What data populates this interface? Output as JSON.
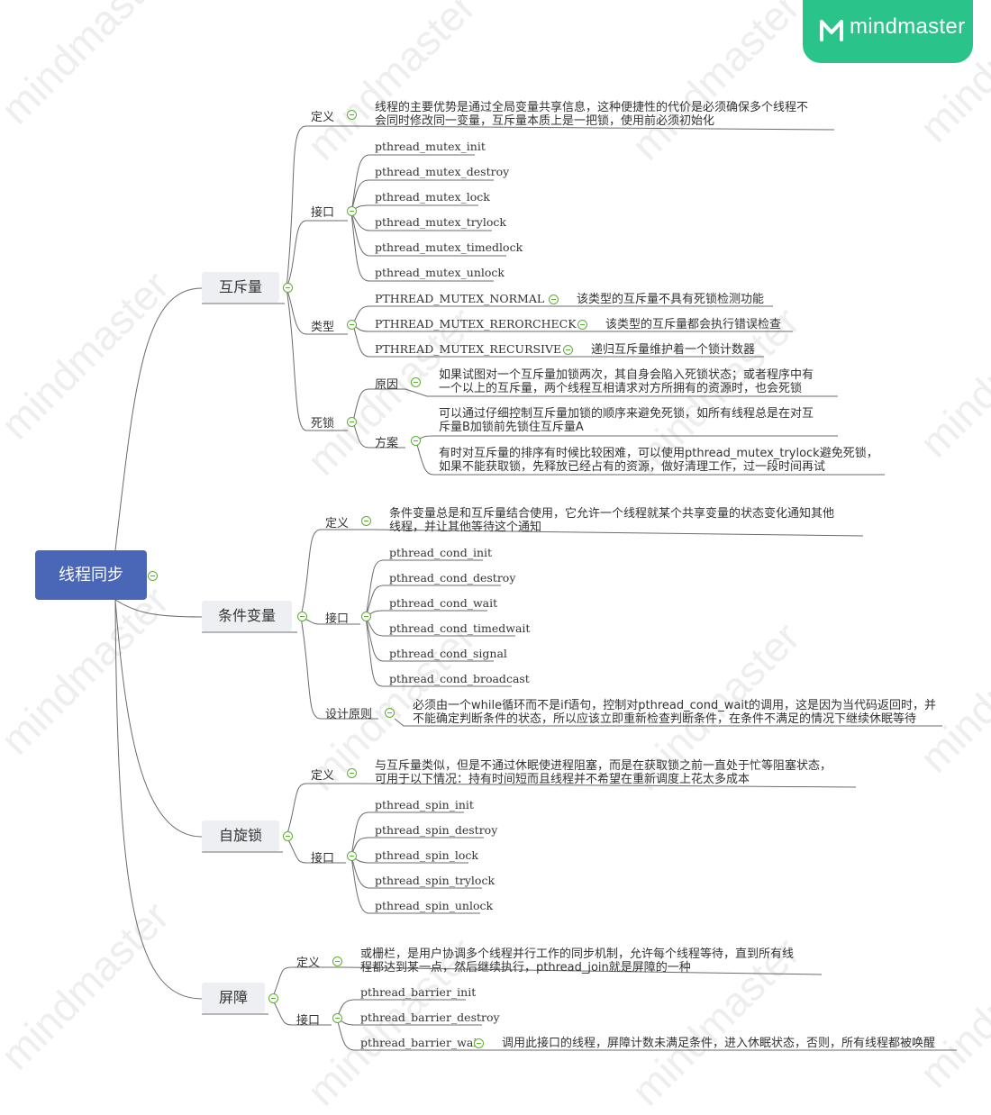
{
  "brand": {
    "name": "mindmaster",
    "icon": "mindmaster-logo-icon"
  },
  "watermark": {
    "text": "mindmaster"
  },
  "root": {
    "label": "线程同步"
  },
  "mutex": {
    "label": "互斥量",
    "def_label": "定义",
    "def_text": [
      "线程的主要优势是通过全局变量共享信息，这种便捷性的代价是必须确保多个线程不",
      "会同时修改同一变量，互斥量本质上是一把锁，使用前必须初始化"
    ],
    "api_label": "接口",
    "apis": [
      "pthread_mutex_init",
      "pthread_mutex_destroy",
      "pthread_mutex_lock",
      "pthread_mutex_trylock",
      "pthread_mutex_timedlock",
      "pthread_mutex_unlock"
    ],
    "type_label": "类型",
    "types": [
      {
        "name": "PTHREAD_MUTEX_NORMAL",
        "desc": "该类型的互斥量不具有死锁检测功能"
      },
      {
        "name": "PTHREAD_MUTEX_RERORCHECK",
        "desc": "该类型的互斥量都会执行错误检查"
      },
      {
        "name": "PTHREAD_MUTEX_RECURSIVE",
        "desc": "递归互斥量维护着一个锁计数器"
      }
    ],
    "deadlock_label": "死锁",
    "cause_label": "原因",
    "cause_text": [
      "如果试图对一个互斥量加锁两次，其自身会陷入死锁状态；或者程序中有",
      "一个以上的互斥量，两个线程互相请求对方所拥有的资源时，也会死锁"
    ],
    "plan_label": "方案",
    "plan1_text": [
      "可以通过仔细控制互斥量加锁的顺序来避免死锁，如所有线程总是在对互",
      "斥量B加锁前先锁住互斥量A"
    ],
    "plan2_text": [
      "有时对互斥量的排序有时候比较困难，可以使用pthread_mutex_trylock避免死锁，",
      "如果不能获取锁，先释放已经占有的资源，做好清理工作，过一段时间再试"
    ]
  },
  "cond": {
    "label": "条件变量",
    "def_label": "定义",
    "def_text": [
      "条件变量总是和互斥量结合使用，它允许一个线程就某个共享变量的状态变化通知其他",
      "线程，并让其他等待这个通知"
    ],
    "api_label": "接口",
    "apis": [
      "pthread_cond_init",
      "pthread_cond_destroy",
      "pthread_cond_wait",
      "pthread_cond_timedwait",
      "pthread_cond_signal",
      "pthread_cond_broadcast"
    ],
    "design_label": "设计原则",
    "design_text": [
      "必须由一个while循环而不是if语句，控制对pthread_cond_wait的调用，这是因为当代码返回时，并",
      "不能确定判断条件的状态，所以应该立即重新检查判断条件，在条件不满足的情况下继续休眠等待"
    ]
  },
  "spin": {
    "label": "自旋锁",
    "def_label": "定义",
    "def_text": [
      "与互斥量类似，但是不通过休眠使进程阻塞，而是在获取锁之前一直处于忙等阻塞状态，",
      "可用于以下情况：持有时间短而且线程并不希望在重新调度上花太多成本"
    ],
    "api_label": "接口",
    "apis": [
      "pthread_spin_init",
      "pthread_spin_destroy",
      "pthread_spin_lock",
      "pthread_spin_trylock",
      "pthread_spin_unlock"
    ]
  },
  "barrier": {
    "label": "屏障",
    "def_label": "定义",
    "def_text": [
      "或栅栏，是用户协调多个线程并行工作的同步机制，允许每个线程等待，直到所有线",
      "程都达到某一点，然后继续执行，pthread_join就是屏障的一种"
    ],
    "api_label": "接口",
    "apis": [
      "pthread_barrier_init",
      "pthread_barrier_destroy",
      "pthread_barrier_wait"
    ],
    "wait_desc": "调用此接口的线程，屏障计数未满足条件，进入休眠状态，否则，所有线程都被唤醒"
  }
}
